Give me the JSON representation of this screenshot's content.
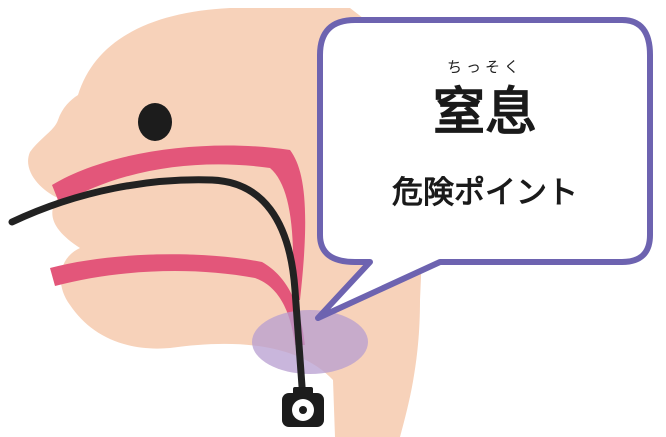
{
  "callout": {
    "furigana": "ちっそく",
    "title": "窒息",
    "subtitle": "危険ポイント"
  },
  "colors": {
    "skin": "#f7d2ba",
    "mouth_pink": "#e3567a",
    "tube": "#222222",
    "danger_zone": "#b79ed0",
    "callout_border": "#6d63b0",
    "camera": "#1c1c1c"
  },
  "icons": {
    "camera": "camera-icon",
    "eye": "eye-dot"
  }
}
